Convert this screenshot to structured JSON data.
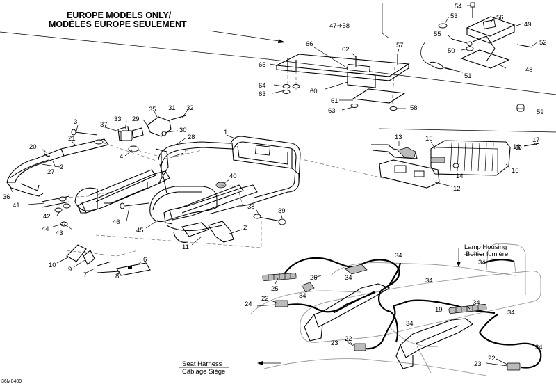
{
  "header": {
    "line1": "EUROPE MODELS ONLY/",
    "line2": "MODÈLES EUROPE SEULEMENT"
  },
  "range_note": "47➔58",
  "captions": {
    "lamp_housing_en": "Lamp Housing",
    "lamp_housing_fr": "Boîtier lumière",
    "seat_harness_en": "Seat Harness",
    "seat_harness_fr": "Câblage Siège"
  },
  "diagram_ref": "36M0409",
  "callouts": [
    {
      "id": "c1",
      "text": "1"
    },
    {
      "id": "c2a",
      "text": "2"
    },
    {
      "id": "c2b",
      "text": "2"
    },
    {
      "id": "c3",
      "text": "3"
    },
    {
      "id": "c4",
      "text": "4"
    },
    {
      "id": "c5",
      "text": "5"
    },
    {
      "id": "c6",
      "text": "6"
    },
    {
      "id": "c7",
      "text": "7"
    },
    {
      "id": "c8",
      "text": "8"
    },
    {
      "id": "c9",
      "text": "9"
    },
    {
      "id": "c10",
      "text": "10"
    },
    {
      "id": "c11",
      "text": "11"
    },
    {
      "id": "c12",
      "text": "12"
    },
    {
      "id": "c13",
      "text": "13"
    },
    {
      "id": "c14",
      "text": "14"
    },
    {
      "id": "c15",
      "text": "15"
    },
    {
      "id": "c16",
      "text": "16"
    },
    {
      "id": "c17",
      "text": "17"
    },
    {
      "id": "c18",
      "text": "18"
    },
    {
      "id": "c19",
      "text": "19"
    },
    {
      "id": "c20",
      "text": "20"
    },
    {
      "id": "c21",
      "text": "21"
    },
    {
      "id": "c22a",
      "text": "22"
    },
    {
      "id": "c22b",
      "text": "22"
    },
    {
      "id": "c22c",
      "text": "22"
    },
    {
      "id": "c23a",
      "text": "23"
    },
    {
      "id": "c23b",
      "text": "23"
    },
    {
      "id": "c24",
      "text": "24"
    },
    {
      "id": "c25",
      "text": "25"
    },
    {
      "id": "c26",
      "text": "26"
    },
    {
      "id": "c27",
      "text": "27"
    },
    {
      "id": "c28",
      "text": "28"
    },
    {
      "id": "c29",
      "text": "29"
    },
    {
      "id": "c30",
      "text": "30"
    },
    {
      "id": "c31",
      "text": "31"
    },
    {
      "id": "c32",
      "text": "32"
    },
    {
      "id": "c33",
      "text": "33"
    },
    {
      "id": "c34a",
      "text": "34"
    },
    {
      "id": "c34b",
      "text": "34"
    },
    {
      "id": "c34c",
      "text": "34"
    },
    {
      "id": "c34d",
      "text": "34"
    },
    {
      "id": "c34e",
      "text": "34"
    },
    {
      "id": "c34f",
      "text": "34"
    },
    {
      "id": "c34g",
      "text": "34"
    },
    {
      "id": "c34h",
      "text": "34"
    },
    {
      "id": "c34i",
      "text": "34"
    },
    {
      "id": "c35",
      "text": "35"
    },
    {
      "id": "c36",
      "text": "36"
    },
    {
      "id": "c37",
      "text": "37"
    },
    {
      "id": "c38",
      "text": "38"
    },
    {
      "id": "c39",
      "text": "39"
    },
    {
      "id": "c40",
      "text": "40"
    },
    {
      "id": "c41",
      "text": "41"
    },
    {
      "id": "c42",
      "text": "42"
    },
    {
      "id": "c43",
      "text": "43"
    },
    {
      "id": "c44",
      "text": "44"
    },
    {
      "id": "c45",
      "text": "45"
    },
    {
      "id": "c46",
      "text": "46"
    },
    {
      "id": "c48",
      "text": "48"
    },
    {
      "id": "c49",
      "text": "49"
    },
    {
      "id": "c50",
      "text": "50"
    },
    {
      "id": "c51",
      "text": "51"
    },
    {
      "id": "c52",
      "text": "52"
    },
    {
      "id": "c53",
      "text": "53"
    },
    {
      "id": "c54",
      "text": "54"
    },
    {
      "id": "c55",
      "text": "55"
    },
    {
      "id": "c56",
      "text": "56"
    },
    {
      "id": "c57",
      "text": "57"
    },
    {
      "id": "c58a",
      "text": "58"
    },
    {
      "id": "c59",
      "text": "59"
    },
    {
      "id": "c60",
      "text": "60"
    },
    {
      "id": "c61",
      "text": "61"
    },
    {
      "id": "c62",
      "text": "62"
    },
    {
      "id": "c63a",
      "text": "63"
    },
    {
      "id": "c63b",
      "text": "63"
    },
    {
      "id": "c64",
      "text": "64"
    },
    {
      "id": "c65",
      "text": "65"
    },
    {
      "id": "c66",
      "text": "66"
    }
  ]
}
